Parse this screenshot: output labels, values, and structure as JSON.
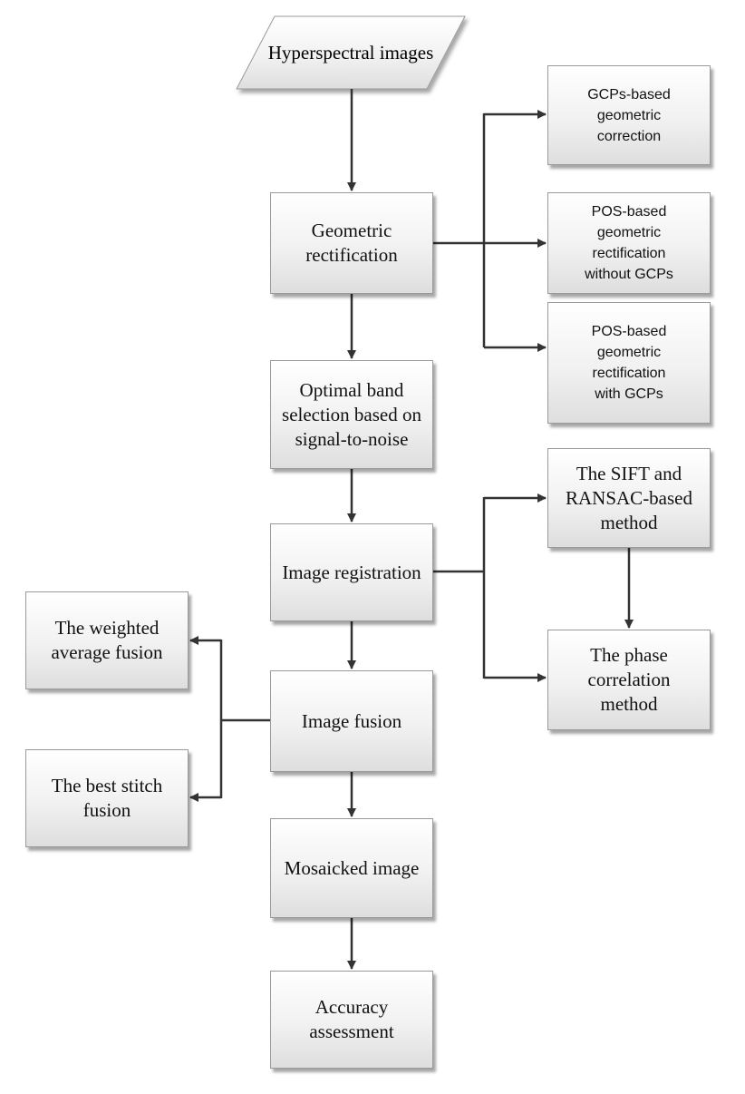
{
  "nodes": {
    "hyperspectral": "Hyperspectral\nimages",
    "geometric_rect": "Geometric\nrectification",
    "gcps_correction": "GCPs-based\ngeometric\ncorrection",
    "pos_without_gcps": "POS-based\ngeometric\nrectification\nwithout GCPs",
    "pos_with_gcps": "POS-based\ngeometric\nrectification\nwith GCPs",
    "optimal_band": "Optimal band\nselection based on\nsignal-to-noise",
    "image_registration": "Image registration",
    "sift_ransac": "The SIFT and\nRANSAC-based\nmethod",
    "phase_correlation": "The phase\ncorrelation\nmethod",
    "weighted_average": "The weighted\naverage fusion",
    "image_fusion": "Image fusion",
    "best_stitch": "The best stitch\nfusion",
    "mosaicked": "Mosaicked image",
    "accuracy": "Accuracy\nassessment"
  }
}
